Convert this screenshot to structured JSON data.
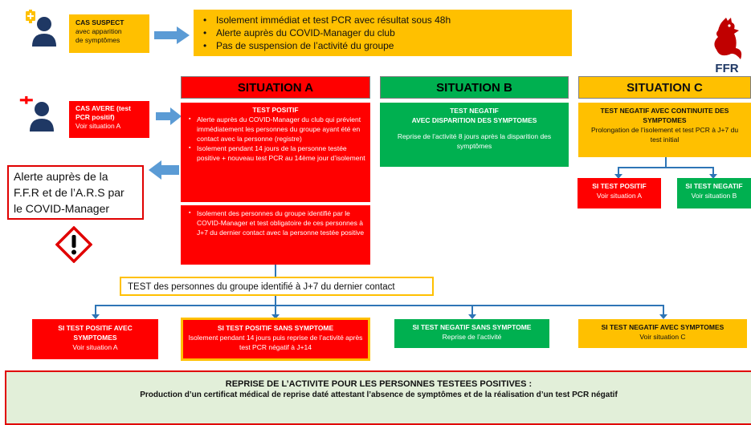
{
  "suspect": {
    "label_title": "CAS SUSPECT",
    "label_line2": "avec apparition",
    "label_line3": "de symptômes",
    "bullets": [
      "Isolement immédiat et test PCR avec résultat sous 48h",
      "Alerte auprès du COVID-Manager du club",
      "Pas de suspension de l’activité du groupe"
    ]
  },
  "logo": {
    "text": "FFR"
  },
  "avere": {
    "label_line1": "CAS AVERE (test",
    "label_line2": "PCR positif)",
    "label_line3": "Voir situation A"
  },
  "alert": {
    "line1": "Alerte auprès de la",
    "line2": "F.F.R et de l’A.R.S par",
    "line3": "le COVID-Manager"
  },
  "situation_a": {
    "header": "SITUATION A",
    "box1_title": "TEST POSITIF",
    "box1_items": [
      "Alerte auprès du COVID-Manager du club qui prévient immédiatement les personnes du groupe ayant été en contact avec la personne (registre)",
      "Isolement pendant 14 jours de la personne testée positive + nouveau test PCR au 14ème jour d’isolement"
    ],
    "box2_items": [
      "Isolement des personnes du groupe identifié par le COVID-Manager et test obligatoire de ces personnes à J+7 du dernier contact avec la personne testée positive"
    ]
  },
  "situation_b": {
    "header": "SITUATION B",
    "title1": "TEST NEGATIF",
    "title2": "AVEC DISPARITION DES SYMPTOMES",
    "text": "Reprise de l’activité 8 jours après la disparition des symptômes"
  },
  "situation_c": {
    "header": "SITUATION C",
    "title1": "TEST NEGATIF AVEC CONTINUITE DES",
    "title2": "SYMPTOMES",
    "text": "Prolongation de l’isolement et test PCR à J+7 du test initial",
    "left_title": "SI TEST POSITIF",
    "left_text": "Voir situation A",
    "right_title": "SI TEST NEGATIF",
    "right_text": "Voir situation B"
  },
  "test_group": "TEST des personnes du groupe identifié à J+7 du dernier contact",
  "outcomes": [
    {
      "title": "SI TEST POSITIF AVEC SYMPTOMES",
      "text": "Voir situation A"
    },
    {
      "title": "SI TEST POSITIF SANS SYMPTOME",
      "text": "Isolement pendant 14 jours puis reprise de l’activité après test PCR négatif à J+14"
    },
    {
      "title": "SI TEST NEGATIF SANS SYMPTOME",
      "text": "Reprise de l’activité"
    },
    {
      "title": "SI TEST NEGATIF AVEC SYMPTOMES",
      "text": "Voir situation C"
    }
  ],
  "reprise": {
    "title": "REPRISE DE L’ACTIVITE POUR LES PERSONNES TESTEES POSITIVES :",
    "text": "Production d’un certificat médical de reprise daté attestant l’absence de symptômes et de la réalisation d’un test PCR négatif"
  },
  "colors": {
    "yellow": "#ffc000",
    "red": "#ff0000",
    "green": "#00b050",
    "blue_arrow": "#5b9bd5",
    "light_green": "#e2efd9"
  }
}
